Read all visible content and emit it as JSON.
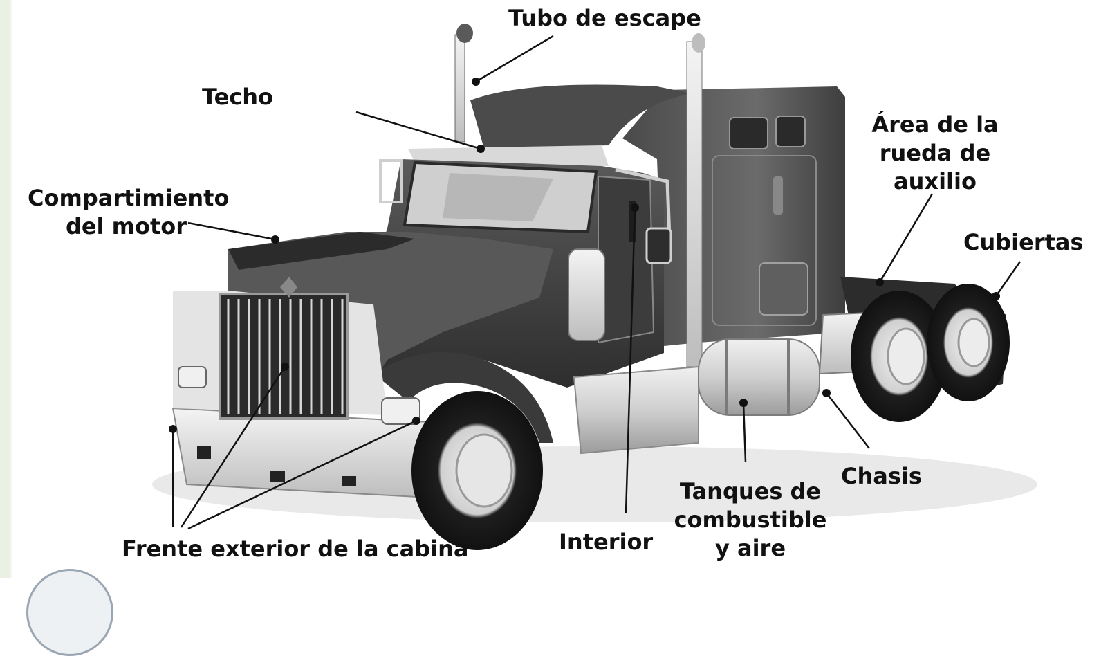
{
  "labels": {
    "tubo_escape": "Tubo de escape",
    "techo": "Techo",
    "compartimiento_l1": "Compartimiento",
    "compartimiento_l2": "del motor",
    "rueda_l1": "Área de la",
    "rueda_l2": "rueda de",
    "rueda_l3": "auxilio",
    "cubiertas": "Cubiertas",
    "chasis": "Chasis",
    "tanques_l1": "Tanques de",
    "tanques_l2": "combustible",
    "tanques_l3": "y aire",
    "interior": "Interior",
    "frente": "Frente exterior de la cabina"
  },
  "colors": {
    "truck_dark": "#3a3a3a",
    "truck_mid": "#7a7a7a",
    "truck_light": "#c9c9c9",
    "chrome": "#e6e6e6",
    "leader_line": "#111111",
    "background": "#ffffff"
  }
}
